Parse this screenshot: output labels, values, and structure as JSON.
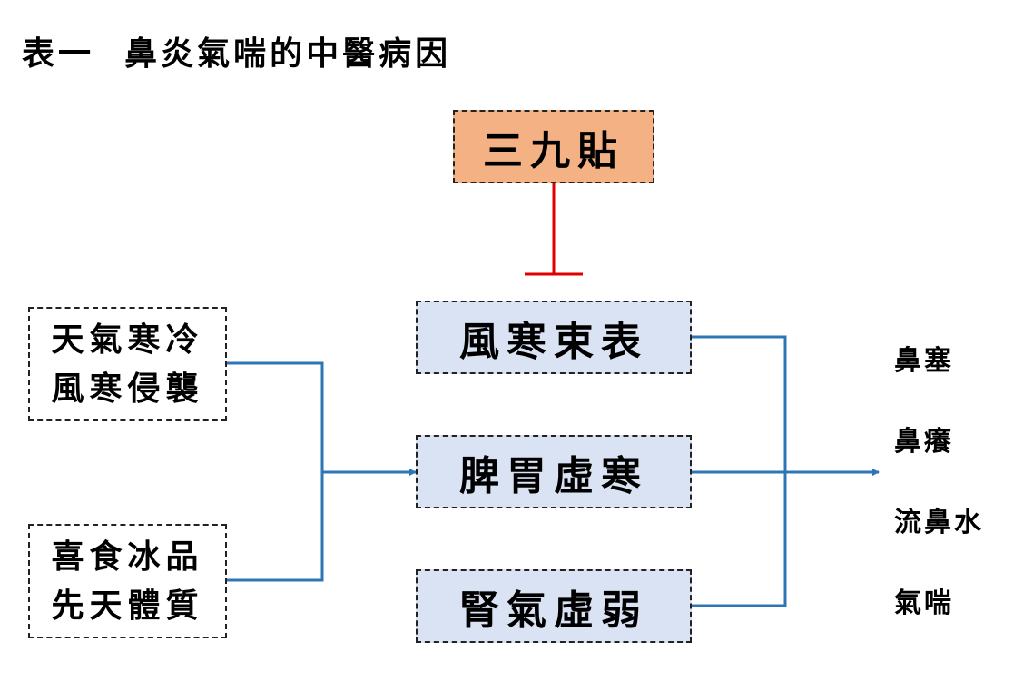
{
  "title": "表一  鼻炎氣喘的中醫病因",
  "treatment": {
    "label": "三九貼",
    "color": "#f4b183",
    "inhibit_color": "#e00000"
  },
  "causes": [
    {
      "lines": [
        "天氣寒冷",
        "風寒侵襲"
      ]
    },
    {
      "lines": [
        "喜食冰品",
        "先天體質"
      ]
    }
  ],
  "patterns": [
    {
      "label": "風寒束表"
    },
    {
      "label": "脾胃虛寒"
    },
    {
      "label": "腎氣虛弱"
    }
  ],
  "pattern_fill": "#dae3f3",
  "connector_color": "#2e75b6",
  "symptoms": [
    "鼻塞",
    "鼻癢",
    "流鼻水",
    "氣喘"
  ]
}
